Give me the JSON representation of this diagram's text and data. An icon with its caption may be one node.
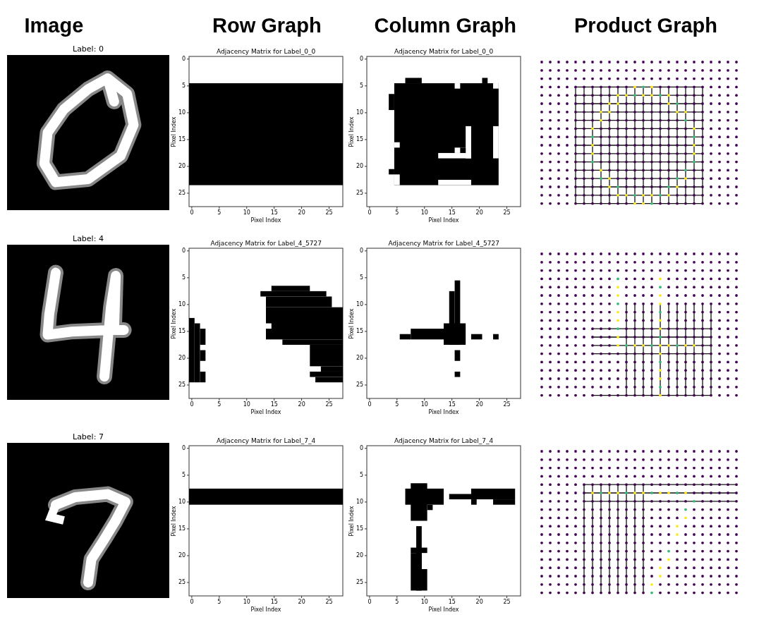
{
  "diagram": {
    "labels": [
      "Image",
      "Row Graph",
      "Column Graph",
      "Product Graph",
      "Label: 0",
      "Adjacency Matrix for Label_0_0",
      "0",
      "5",
      "10",
      "15",
      "20",
      "25",
      "Pixel Index",
      "0",
      "5",
      "10",
      "15",
      "20",
      "25",
      "Pixel Index",
      "Adjacency Matrix for Label_0_0",
      "0",
      "5",
      "10",
      "15",
      "20",
      "25",
      "Pixel Index",
      "0",
      "5",
      "10",
      "15",
      "20",
      "25",
      "Pixel Index",
      "Label: 4",
      "Adjacency Matrix for Label_4_5727",
      "0",
      "5",
      "10",
      "15",
      "20",
      "25",
      "Pixel Index",
      "0",
      "5",
      "10",
      "15",
      "20",
      "25",
      "Pixel Index",
      "Adjacency Matrix for Label_4_5727",
      "0",
      "5",
      "10",
      "15",
      "20",
      "25",
      "Pixel Index",
      "0",
      "5",
      "10",
      "15",
      "20",
      "25",
      "Pixel Index",
      "Label: 7",
      "Adjacency Matrix for Label_7_4",
      "0",
      "5",
      "10",
      "15",
      "20",
      "25",
      "Pixel Index",
      "0",
      "5",
      "10",
      "15",
      "20",
      "25",
      "Pixel Index",
      "Adjacency Matrix for Label_7_4",
      "0",
      "5",
      "10",
      "15",
      "20",
      "25",
      "Pixel Index",
      "0",
      "5",
      "10",
      "15",
      "20",
      "25",
      "Pixel Index"
    ]
  }
}
